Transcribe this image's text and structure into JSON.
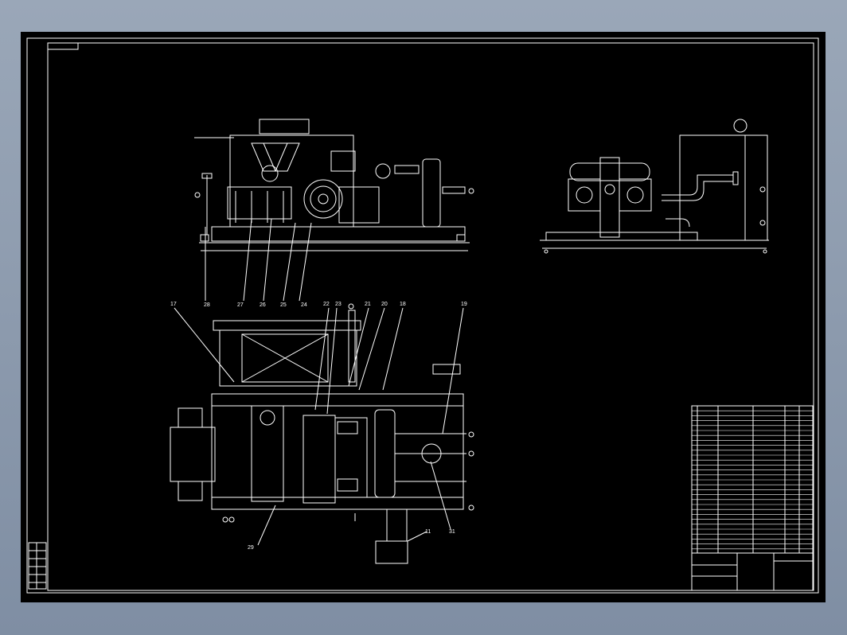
{
  "colors": {
    "background": "#000000",
    "lines": "#ffffff",
    "chrome": "#8c9bb0"
  },
  "balloons_top": [
    "28",
    "27",
    "26",
    "25",
    "24"
  ],
  "balloons_plan": [
    "17",
    "22",
    "23",
    "21",
    "20",
    "18",
    "19"
  ],
  "balloons_bottom": [
    "29",
    "11",
    "31"
  ]
}
